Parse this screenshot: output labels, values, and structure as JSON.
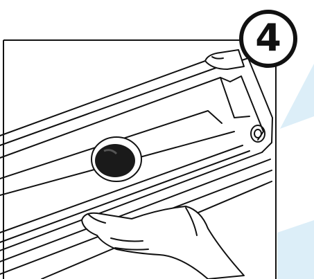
{
  "step": {
    "number": "4"
  },
  "icons": {
    "badge": "step-number-circle",
    "housing": "lamp-housing-tray",
    "hands": "hands-icon",
    "hole": "mounting-hole-icon"
  },
  "colors": {
    "line": "#111111",
    "background": "#ffffff",
    "accent": "#dceef8",
    "hole_fill": "#1a1a1a"
  }
}
